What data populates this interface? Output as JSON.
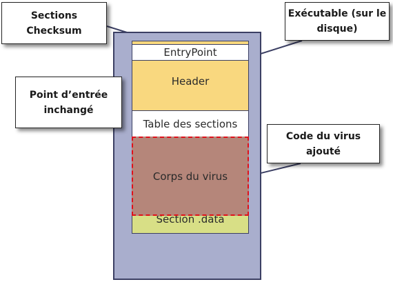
{
  "executable": {
    "blocks": {
      "entrypoint": "EntryPoint",
      "header": "Header",
      "table_sections": "Table des sections",
      "virus_body": "Corps du virus",
      "section_data": "Section .data"
    }
  },
  "callouts": {
    "sections_checksum": {
      "line1": "Sections",
      "line2": "Checksum"
    },
    "executable_disk": {
      "line1": "Exécutable (sur le",
      "line2": "disque)"
    },
    "entrypoint_unchanged": {
      "line1": "Point d’entrée",
      "line2": "inchangé"
    },
    "virus_code_added": {
      "line1": "Code du virus",
      "line2": "ajouté"
    }
  },
  "colors": {
    "executable_bg": "#a9aecd",
    "header": "#f9d87f",
    "virus_body": "#b5867a",
    "virus_border": "#e0101a",
    "section_data": "#d8df86"
  }
}
